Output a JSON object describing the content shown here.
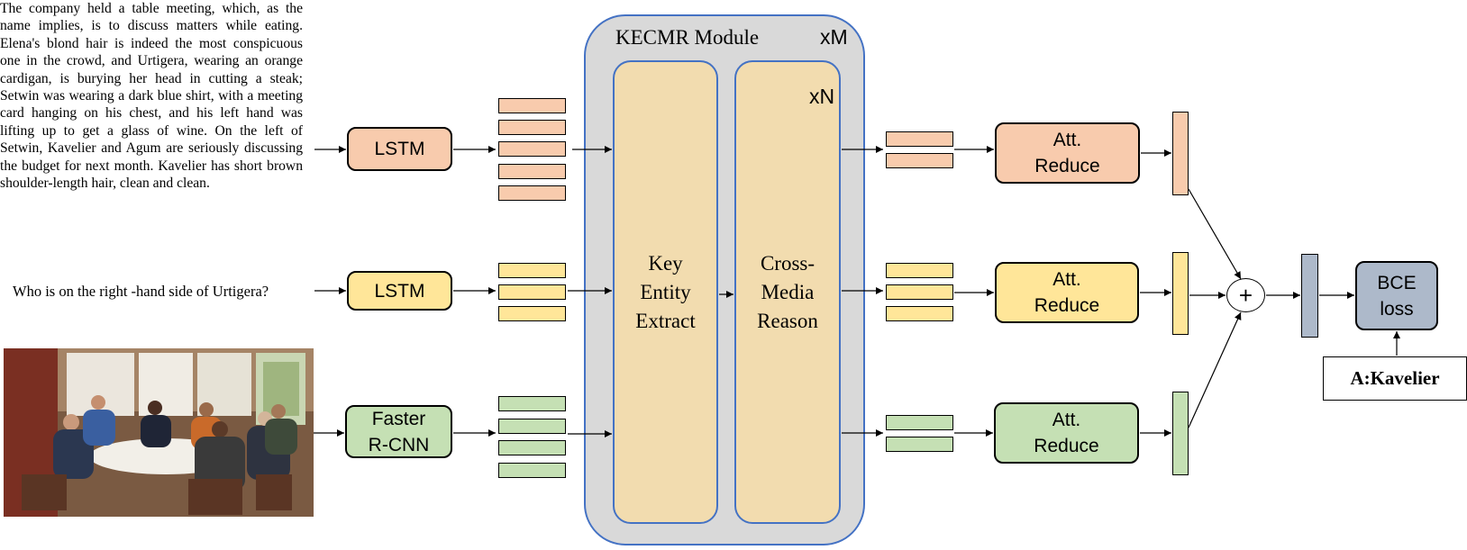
{
  "inputs": {
    "passage": "The company held a table meeting, which, as the name implies, is to discuss matters while eating. Elena's blond hair is indeed the most conspicuous one in the crowd, and Urtigera, wearing an orange cardigan, is burying her head in cutting a steak; Setwin was wearing a dark blue shirt, with a meeting card hanging on his chest, and his left hand was lifting up to get a glass of wine. On the left of Setwin, Kavelier and Agum are seriously discussing the budget for next month. Kavelier has short brown shoulder-length hair, clean and clean.",
    "question": "Who is on the right -hand side of Urtigera?"
  },
  "encoders": {
    "text": "LSTM",
    "question": "LSTM",
    "image_line1": "Faster",
    "image_line2": "R-CNN"
  },
  "module": {
    "title": "KECMR Module",
    "outer_repeat": "xM",
    "inner_repeat": "xN",
    "extract_line1": "Key",
    "extract_line2": "Entity",
    "extract_line3": "Extract",
    "reason_line1": "Cross-",
    "reason_line2": "Media",
    "reason_line3": "Reason"
  },
  "reduce": {
    "line1": "Att.",
    "line2": "Reduce"
  },
  "output": {
    "plus": "+",
    "loss_line1": "BCE",
    "loss_line2": "loss",
    "answer": "A:Kavelier"
  },
  "colors": {
    "text_stream": "#f8cbad",
    "question_stream": "#ffe699",
    "image_stream": "#c5e0b4",
    "fused": "#adb9ca",
    "module_bg": "#d9d9d9",
    "module_border": "#4472c4",
    "module_inner": "#f2dcaf"
  }
}
